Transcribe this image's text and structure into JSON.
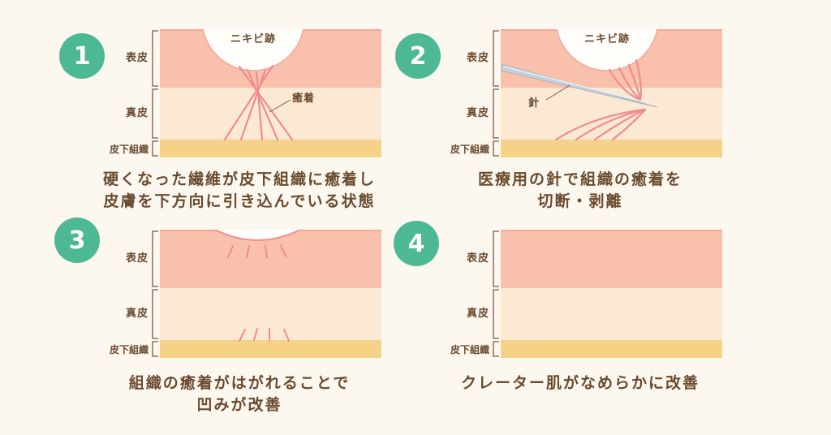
{
  "title": "acne-scar-subcision-steps",
  "colors": {
    "background": "#fcf8ef",
    "epidermis": "#f9c0ac",
    "dermis": "#fce9d3",
    "subcutis": "#f6d288",
    "surface_line": "#f5a79c",
    "fiber": "#ef8c90",
    "crater_fill": "#fffefb",
    "crater_rim": "#f3a89e",
    "needle_fill": "#c6d0da",
    "needle_edge": "#a4b3c0",
    "needle_highlight": "#e9eef3",
    "bracket": "#7a5a42",
    "text_brown": "#6b4a2e",
    "step_circle": "#4db993",
    "step_number_color": "#ffffff"
  },
  "layer_labels": {
    "epidermis": "表皮",
    "dermis": "真皮",
    "subcutis": "皮下組織"
  },
  "panels": [
    {
      "number": "1",
      "scar_label": "ニキビ跡",
      "annotation": "癒着",
      "caption_line1": "硬くなった繊維が皮下組織に癒着し",
      "caption_line2": "皮膚を下方向に引き込んでいる状態"
    },
    {
      "number": "2",
      "scar_label": "ニキビ跡",
      "annotation": "針",
      "caption_line1": "医療用の針で組織の癒着を",
      "caption_line2": "切断・剥離"
    },
    {
      "number": "3",
      "caption_line1": "組織の癒着がはがれることで",
      "caption_line2": "凹みが改善"
    },
    {
      "number": "4",
      "caption_line1": "クレーター肌がなめらかに改善",
      "caption_line2": ""
    }
  ]
}
